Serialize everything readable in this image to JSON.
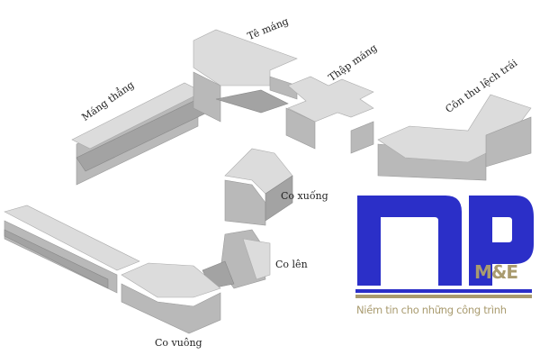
{
  "labels": {
    "mang_thang": "Máng thẳng",
    "te_mang": "Tê máng",
    "thap_mang": "Thập máng",
    "con_thu_lech_trai": "Côn thu lệch trái",
    "co_xuong": "Co xuống",
    "co_len": "Co lên",
    "co_vuong": "Co vuông"
  },
  "logo": {
    "brand": "NP",
    "suffix": "M&E",
    "tagline": "Niềm tin cho những công trình",
    "colors": {
      "primary": "#2b2fc8",
      "accent": "#a99b6f"
    }
  }
}
